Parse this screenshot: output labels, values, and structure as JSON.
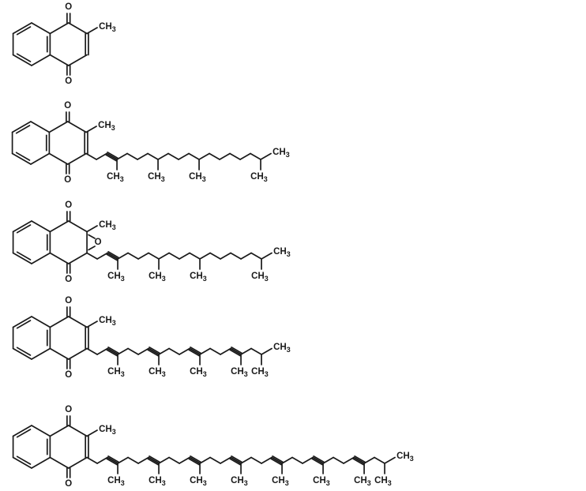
{
  "labels": {
    "oxygen": "O",
    "methyl": "CH3"
  },
  "structures": [
    {
      "name": "structure-1",
      "ring": "quinone",
      "chain": "none"
    },
    {
      "name": "structure-2",
      "ring": "quinone",
      "chain": "phytyl"
    },
    {
      "name": "structure-3",
      "ring": "epoxide",
      "chain": "phytyl"
    },
    {
      "name": "structure-4",
      "ring": "quinone",
      "chain": "isoprenyl",
      "units": 4
    },
    {
      "name": "structure-5",
      "ring": "quinone",
      "chain": "isoprenyl",
      "units": 7
    }
  ]
}
